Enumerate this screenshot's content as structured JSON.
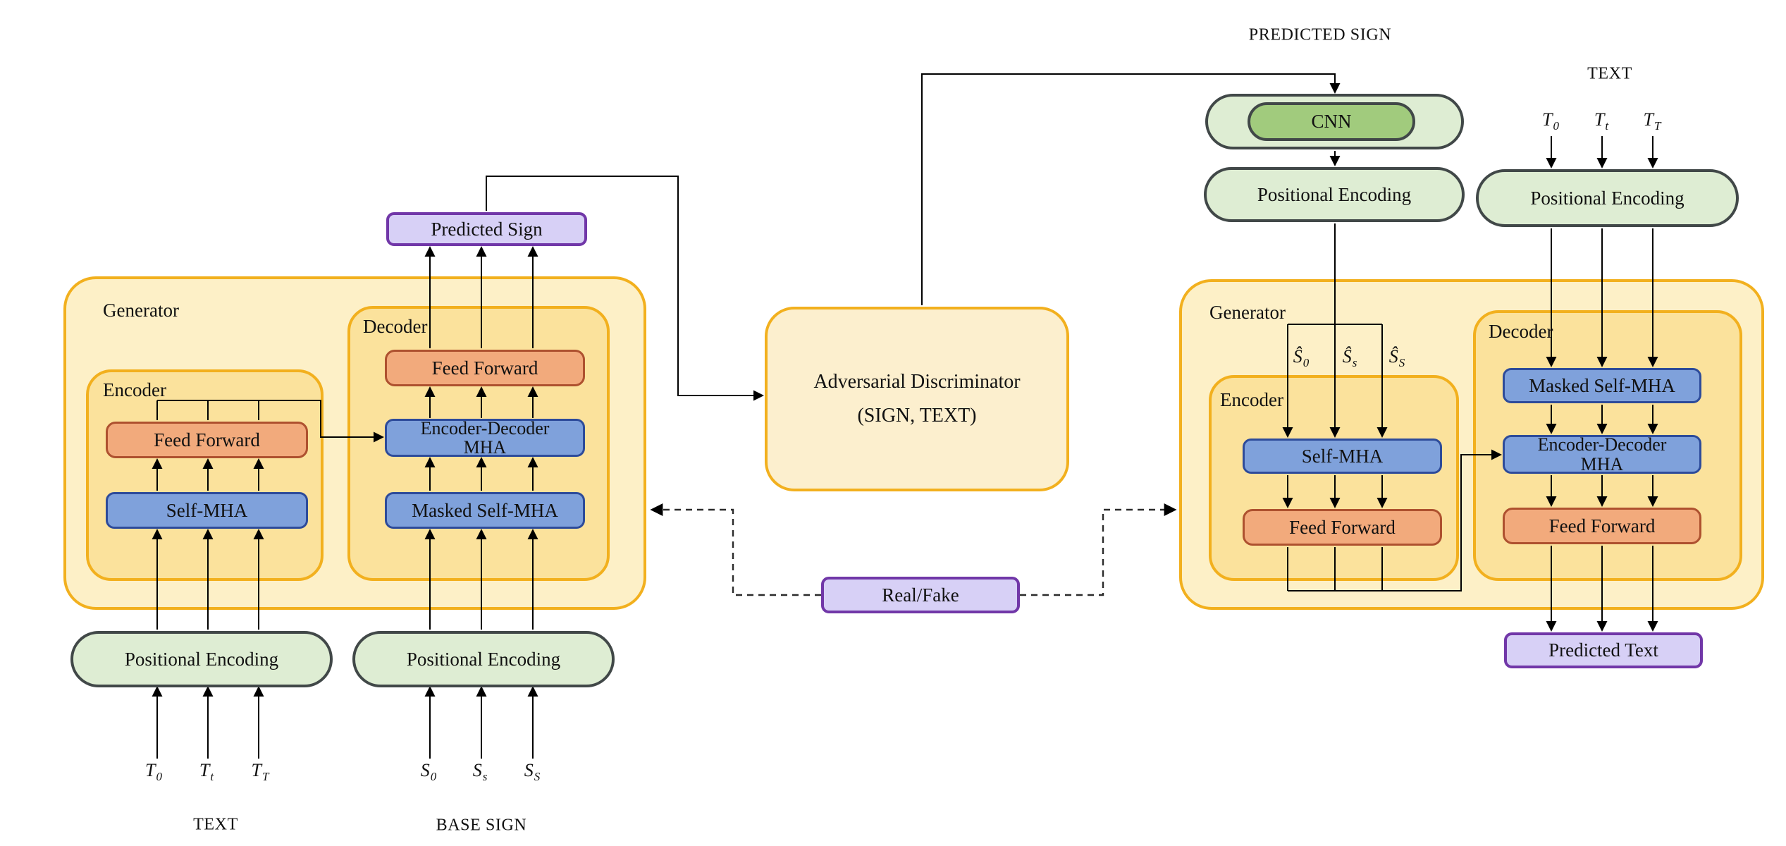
{
  "left": {
    "generator_label": "Generator",
    "encoder_label": "Encoder",
    "decoder_label": "Decoder",
    "encoder": {
      "feed_forward": "Feed Forward",
      "self_mha": "Self-MHA"
    },
    "decoder": {
      "feed_forward": "Feed Forward",
      "enc_dec_mha_line1": "Encoder-Decoder",
      "enc_dec_mha_line2": "MHA",
      "masked_self_mha": "Masked Self-MHA"
    },
    "predicted_sign": "Predicted Sign",
    "pos_enc_text": "Positional Encoding",
    "pos_enc_sign": "Positional Encoding",
    "text_inputs": [
      {
        "base": "T",
        "sub": "0"
      },
      {
        "base": "T",
        "sub": "t"
      },
      {
        "base": "T",
        "sub": "T"
      }
    ],
    "sign_inputs": [
      {
        "base": "S",
        "sub": "0"
      },
      {
        "base": "S",
        "sub": "s"
      },
      {
        "base": "S",
        "sub": "S"
      }
    ],
    "text_caption": "TEXT",
    "sign_caption": "BASE SIGN"
  },
  "middle": {
    "discriminator_line1": "Adversarial Discriminator",
    "discriminator_line2": "(SIGN, TEXT)",
    "real_fake": "Real/Fake"
  },
  "right": {
    "predicted_sign_caption": "PREDICTED SIGN",
    "text_caption": "TEXT",
    "cnn": "CNN",
    "pos_enc_sign": "Positional Encoding",
    "pos_enc_text": "Positional Encoding",
    "s_hat_inputs": [
      {
        "base": "Ŝ",
        "sub": "0"
      },
      {
        "base": "Ŝ",
        "sub": "s"
      },
      {
        "base": "Ŝ",
        "sub": "S"
      }
    ],
    "text_inputs": [
      {
        "base": "T",
        "sub": "0"
      },
      {
        "base": "T",
        "sub": "t"
      },
      {
        "base": "T",
        "sub": "T"
      }
    ],
    "generator_label": "Generator",
    "encoder_label": "Encoder",
    "decoder_label": "Decoder",
    "encoder": {
      "self_mha": "Self-MHA",
      "feed_forward": "Feed Forward"
    },
    "decoder": {
      "masked_self_mha": "Masked Self-MHA",
      "enc_dec_mha_line1": "Encoder-Decoder",
      "enc_dec_mha_line2": "MHA",
      "feed_forward": "Feed Forward"
    },
    "predicted_text": "Predicted Text"
  },
  "colors": {
    "container_fill": "#FDF0C7",
    "inner_container_fill": "#FBE29C",
    "container_border": "#F2B01E",
    "attention_fill": "#7FA1DB",
    "attention_border": "#2D4B9A",
    "feedforward_fill": "#F2AA7C",
    "feedforward_border": "#AE512F",
    "output_fill": "#D7D0F6",
    "output_border": "#7137A8",
    "encoding_fill": "#DEEDD3",
    "encoding_border": "#414848",
    "cnn_fill": "#A1CB7D"
  }
}
